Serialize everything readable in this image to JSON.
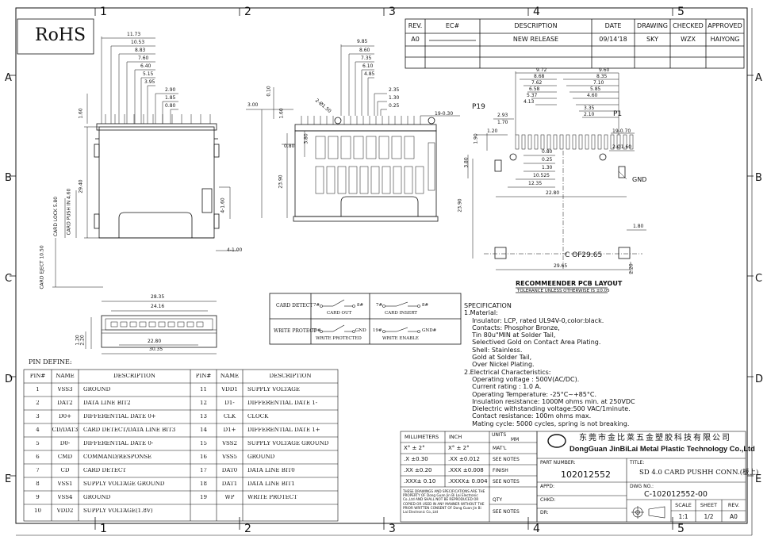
{
  "zone_cols": [
    "1",
    "2",
    "3",
    "4",
    "5"
  ],
  "zone_rows": [
    "A",
    "B",
    "C",
    "D",
    "E"
  ],
  "rohs": "RoHS",
  "revision_block": {
    "headers": [
      "REV.",
      "EC#",
      "DESCRIPTION",
      "DATE",
      "DRAWING",
      "CHECKED",
      "APPROVED"
    ],
    "rows": [
      [
        "A0",
        "",
        "NEW RELEASE",
        "09/14'18",
        "SKY",
        "WZX",
        "HAIYONG"
      ]
    ]
  },
  "side_view": {
    "dims": [
      "11.73",
      "10.53",
      "8.83",
      "7.60",
      "6.40",
      "5.15",
      "3.95",
      "2.90",
      "1.85",
      "0.80",
      "1.60",
      "29.40",
      "CARD PUSH IN 4.60",
      "CARD LOCK 5.80",
      "CARD EJECT 10.50",
      "4-1.60",
      "4-1.00"
    ]
  },
  "front_view": {
    "dims": [
      "9.85",
      "8.60",
      "7.35",
      "6.10",
      "4.85",
      "2.35",
      "1.30",
      "0.25",
      "3.00",
      "0.10",
      "1.60",
      "0.80",
      "2-Ø1.50",
      "3.80",
      "23.90"
    ]
  },
  "bottom_view": {
    "dims": [
      "28.35",
      "24.16",
      "22.80",
      "30.35",
      "2.20",
      "1.20"
    ]
  },
  "pcb_layout": {
    "dims_left": [
      "9.72",
      "8.68",
      "7.62",
      "6.58",
      "5.37",
      "4.13",
      "2.93",
      "1.70",
      "1.20"
    ],
    "dims_right": [
      "9.60",
      "8.35",
      "7.10",
      "5.85",
      "4.60",
      "3.35",
      "2.10"
    ],
    "dims_center": [
      "0.80",
      "0.25",
      "1.30",
      "10.525",
      "12.35",
      "22.80",
      "29.65"
    ],
    "labels": [
      "P19",
      "P1",
      "19-0.70",
      "19-0.30",
      "2-Ø1.60",
      "GND",
      "1.90",
      "3.80",
      "23.90",
      "1.80",
      "2.20"
    ],
    "note_ref": "C OF29.65",
    "title": "RECOMMEENDER PCB LAYOUT",
    "tolerance": "TOLERANCE UNLESS OTHERWISE IS ±0.05"
  },
  "switches": {
    "card_detect_label": "CARD DETECT",
    "write_protect_label": "WRITE PROTECT",
    "sw1": [
      "7#",
      "8#",
      "CARD OUT"
    ],
    "sw2": [
      "7#",
      "8#",
      "CARD INSERT"
    ],
    "sw3": [
      "19#",
      "GND",
      "WRITE PROTECTED"
    ],
    "sw4": [
      "19#",
      "GND#",
      "WRITE ENABLE"
    ]
  },
  "spec": {
    "lines": [
      "SPECIFICATION",
      "1.Material:",
      "    Insulator: LCP, rated UL94V-0,color:black.",
      "    Contacts: Phosphor Bronze,",
      "    Tin 80u\"MIN at Solder Tail,",
      "    Selectived Gold on Contact Area Plating.",
      "    Shell: Stainless.",
      "    Gold at Solder Tail,",
      "    Over Nickel Plating.",
      "2.Electrical Characteristics:",
      "    Operating voltage : 500V(AC/DC).",
      "    Current rating : 1.0 A.",
      "    Operating Temperature: -25°C~+85°C.",
      "    Insulation resistance: 1000M ohms min. at 250VDC",
      "    Dielectric withstanding voltage:500 VAC/1minute.",
      "    Contact resistance: 100m ohms max.",
      "    Mating cycle: 5000 cycles, spring is not breaking."
    ]
  },
  "pin_table": {
    "caption": "PIN DEFINE:",
    "headers": [
      "PIN#",
      "NAME",
      "DESCRIPTION",
      "PIN#",
      "NAME",
      "DESCRIPTION"
    ],
    "rows": [
      [
        "1",
        "VSS3",
        "GROUND",
        "11",
        "VDD1",
        "SUPPLY VOLTAGE"
      ],
      [
        "2",
        "DAT2",
        "DATA LINE BIT2",
        "12",
        "D1-",
        "DIFFERENTIAL DATE 1-"
      ],
      [
        "3",
        "D0+",
        "DIFFERENTIAL DATE 0+",
        "13",
        "CLK",
        "CLOCK"
      ],
      [
        "4",
        "CD/DAT3",
        "CARD DETECT/DATA LINE BIT3",
        "14",
        "D1+",
        "DIFFERENTIAL DATE 1+"
      ],
      [
        "5",
        "D0-",
        "DIFFERENTIAL DATE 0-",
        "15",
        "VSS2",
        "SUPPLY VOLTAGE GROUND"
      ],
      [
        "6",
        "CMD",
        "COMMAND/RESPONSE",
        "16",
        "VSS5",
        "GROUND"
      ],
      [
        "7",
        "CD",
        "CARD DETECT",
        "17",
        "DAT0",
        "DATA LINE BIT0"
      ],
      [
        "8",
        "VSS1",
        "SUPPLY VOLTAGE GROUND",
        "18",
        "DAT1",
        "DATA LINE BIT1"
      ],
      [
        "9",
        "VSS4",
        "GROUND",
        "19",
        "WP",
        "WRITE PROTECT"
      ],
      [
        "10",
        "VDD2",
        "SUPPLY VOLTAGE(1.8V)",
        "",
        "",
        " "
      ]
    ]
  },
  "tolerance_block": {
    "col_heads": [
      "MILLIMETERS",
      "INCH",
      "UNITS",
      "MM"
    ],
    "rows": [
      [
        "X° ± 2°",
        "X° ± 2°",
        "MAT'L"
      ],
      [
        ".X ±0.30",
        ".XX ±0.012",
        "SEE NOTES"
      ],
      [
        ".XX ±0.20",
        ".XXX ±0.008",
        "FINISH"
      ],
      [
        ".XXX± 0.10",
        ".XXXX± 0.004",
        "SEE NOTES"
      ]
    ],
    "notice": "THESE DRAWINGS AND SPECIFICATIONS ARE THE PROPERTY OF Dong Guan Jin Bi Lai Electronic Co.,Ltd AND SHALL NOT BE REPRODUCED OR COPIED OR USED IN ANY MANNER WITHOUT THE PRIOR WRITTEN CONSENT OF Dong Guan Jin Bi Lai Electronic Co.,Ltd",
    "qty_label": "QTY",
    "qty_value": "SEE NOTES"
  },
  "company": {
    "name_cn": "东莞市金比莱五金塑胶科技有限公司",
    "name_en": "DongGuan JinBiLai Metal Plastic Technology Co.,Ltd",
    "part_number_label": "PART NUMBER:",
    "part_number": "102012552",
    "title_label": "TITLE:",
    "title": "SD 4.0 CARD PUSHH CONN.(板上)",
    "dwg_no_label": "DWG NO.:",
    "dwg_no": "C-102012552-00",
    "appd_label": "APPD:",
    "chkd_label": "CHKD:",
    "dr_label": "DR:",
    "scale_label": "SCALE",
    "scale": "1:1",
    "sheet_label": "SHEET",
    "sheet": "1/2",
    "rev_label": "REV.",
    "rev": "A0"
  }
}
